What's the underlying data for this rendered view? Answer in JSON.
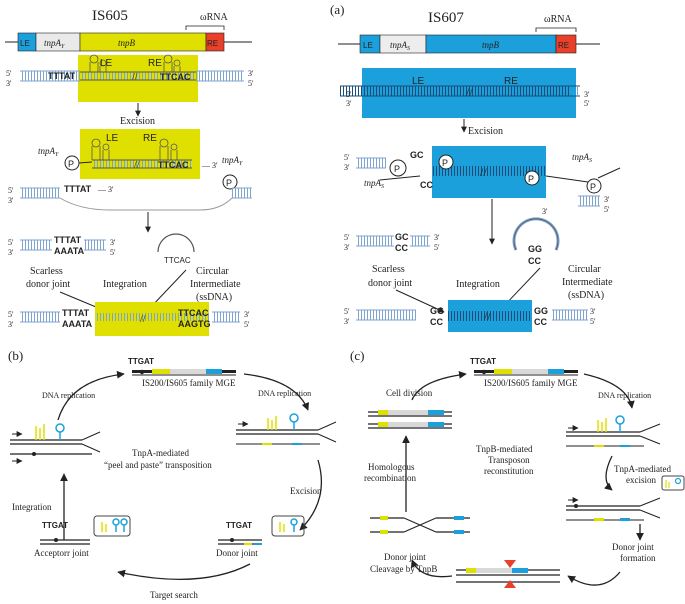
{
  "panel_a": {
    "label": "(a)",
    "left": {
      "title": "IS605",
      "orna": "ωRNA",
      "gene_le": "LE",
      "gene_tnpa": "tnpA",
      "gene_tnpa_sub": "Y",
      "gene_tnpb": "tnpB",
      "gene_re": "RE",
      "box_le": "LE",
      "box_re": "RE",
      "seq_left": "TTTAT",
      "seq_right": "TTCAC",
      "five_prime": "5'",
      "three_prime": "3'",
      "excision": "Excision",
      "tnpa_label": "tnpA",
      "tnpa_sub": "Y",
      "p": "P",
      "donor_top": "TTTAT",
      "donor_bottom": "AAATA",
      "donor_suffix": "— 3'",
      "circle_seq": "TTCAC",
      "scarless": "Scarless",
      "donor_joint": "donor joint",
      "integration": "Integration",
      "circular": "Circular",
      "intermediate": "Intermediate",
      "ssdna": "(ssDNA)",
      "int_left_top": "TTTAT",
      "int_left_bottom": "AAATA",
      "int_right_top": "TTCAC",
      "int_right_bottom": "AAGTG"
    },
    "right": {
      "title": "IS607",
      "orna": "ωRNA",
      "gene_le": "LE",
      "gene_tnpa": "tnpA",
      "gene_tnpa_sub": "S",
      "gene_tnpb": "tnpB",
      "gene_re": "RE",
      "box_le": "LE",
      "box_re": "RE",
      "excision": "Excision",
      "gc": "GC",
      "cc": "CC",
      "tnpa_label": "tnpA",
      "tnpa_sub": "S",
      "p": "P",
      "circle_gg": "GG",
      "circle_cc": "CC",
      "scarless": "Scarless",
      "donor_joint": "donor joint",
      "integration": "Integration",
      "circular": "Circular",
      "intermediate": "Intermediate",
      "ssdna": "(ssDNA)",
      "int_gg": "GG",
      "int_cc": "CC"
    }
  },
  "panel_b": {
    "label": "(b)",
    "ttgat_top": "TTGAT",
    "mge": "IS200/IS605 family MGE",
    "dna_replication_left": "DNA replication",
    "dna_replication_right": "DNA replication",
    "center_1": "TnpA-mediated",
    "center_2": "“peel and paste” transposition",
    "integration": "Integration",
    "excision": "Excision",
    "ttgat_left": "TTGAT",
    "acceptor": "Acceptorr joint",
    "ttgat_right": "TTGAT",
    "donor": "Donor joint",
    "target_search": "Target search"
  },
  "panel_c": {
    "label": "(c)",
    "ttgat_top": "TTGAT",
    "mge": "IS200/IS605 family MGE",
    "cell_division": "Cell division",
    "dna_replication": "DNA replication",
    "center_1": "TnpB-mediated",
    "center_2": "Transposon",
    "center_3": "reconstitution",
    "homologous": "Homologous",
    "recombination": "recombination",
    "tnpa_excision_1": "TnpA-mediated",
    "tnpa_excision_2": "excision",
    "cleavage_1": "Donor joint",
    "cleavage_2": "Cleavage by TnpB",
    "formation_1": "Donor joint",
    "formation_2": "formation"
  },
  "colors": {
    "blue": "#1ca0dc",
    "yellow": "#e0e000",
    "red": "#e8402a",
    "gray": "#d8d8d8",
    "dna": "#7da3cf",
    "dark": "#222222"
  }
}
